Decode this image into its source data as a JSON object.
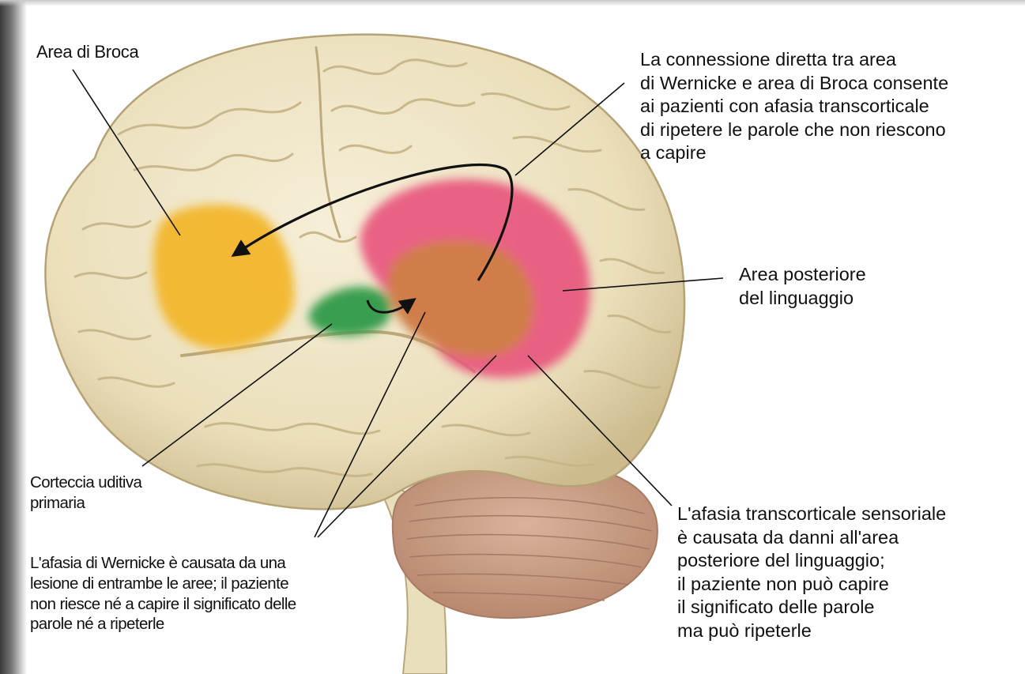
{
  "labels": {
    "broca": "Area di Broca",
    "connection": "La connessione diretta tra area\ndi Wernicke e area di Broca consente\nai pazienti con afasia transcorticale\ndi ripetere le parole che non riescono\na capire",
    "posterior": "Area posteriore\ndel linguaggio",
    "auditory": "Corteccia uditiva\nprimaria",
    "wernicke_aphasia": "L'afasia di Wernicke è causata da una\nlesione di entrambe le aree; il paziente\nnon riesce né a capire il significato delle\nparole né a ripeterle",
    "transcortical": "L'afasia transcorticale sensoriale\nè causata da danni all'area\nposteriore del linguaggio;\nil paziente non può capire\nil significato delle parole\nma può ripeterle"
  },
  "region_colors": {
    "broca_area": "#f2b62a",
    "posterior_language_area": "#e8567d",
    "wernicke_area": "#cf7e47",
    "primary_auditory_cortex": "#2e9a48",
    "cortex": "#efe4c2",
    "cerebellum": "#c99a82"
  }
}
